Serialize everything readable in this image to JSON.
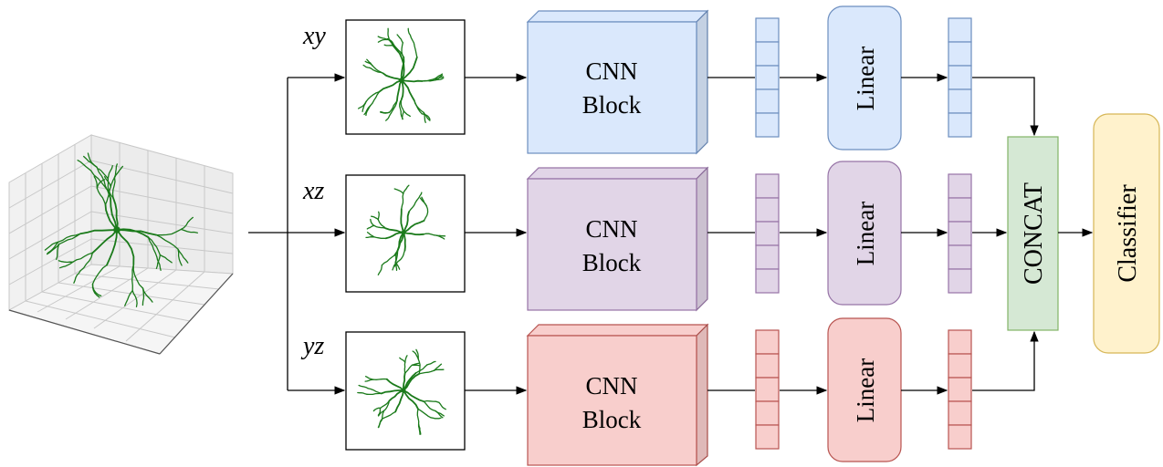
{
  "branches": [
    {
      "projection_label": "xy",
      "block_line1": "CNN",
      "block_line2": "Block",
      "linear_label": "Linear",
      "colors": {
        "fill": "#dae8fc",
        "stroke": "#6c8ebf"
      }
    },
    {
      "projection_label": "xz",
      "block_line1": "CNN",
      "block_line2": "Block",
      "linear_label": "Linear",
      "colors": {
        "fill": "#e1d5e7",
        "stroke": "#9673a6"
      }
    },
    {
      "projection_label": "yz",
      "block_line1": "CNN",
      "block_line2": "Block",
      "linear_label": "Linear",
      "colors": {
        "fill": "#f8cecc",
        "stroke": "#b85450"
      }
    }
  ],
  "concat": {
    "label": "CONCAT",
    "colors": {
      "fill": "#d5e8d4",
      "stroke": "#82b366"
    }
  },
  "classifier": {
    "label": "Classifier",
    "colors": {
      "fill": "#fff2cc",
      "stroke": "#d6b656"
    }
  },
  "neuron_color": "#1a7a1a"
}
